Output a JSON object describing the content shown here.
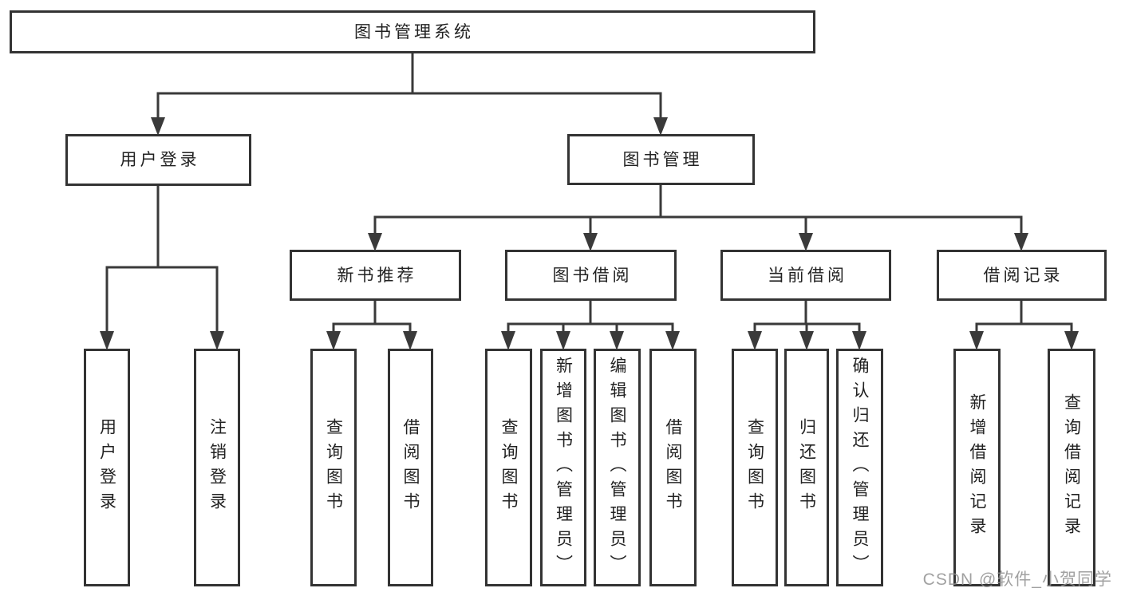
{
  "diagram": {
    "title": "图书管理系统",
    "watermark": "CSDN @软件_小贺同学",
    "colors": {
      "line": "#3a3a3a",
      "box_border": "#333333",
      "text": "#222222",
      "background": "#ffffff",
      "watermark": "#919191"
    },
    "nodes": {
      "root": "图书管理系统",
      "user_login": "用户登录",
      "book_management": "图书管理",
      "new_book_recommend": "新书推荐",
      "book_borrow": "图书借阅",
      "current_borrow": "当前借阅",
      "borrow_records": "借阅记录",
      "leaf_user_login": "用户登录",
      "leaf_logout": "注销登录",
      "nb_query_books": "查询图书",
      "nb_borrow_books": "借阅图书",
      "bb_query_books": "查询图书",
      "bb_add_books_admin": "新增图书（管理员）",
      "bb_edit_books_admin": "编辑图书（管理员）",
      "bb_borrow_books": "借阅图书",
      "cb_query_books": "查询图书",
      "cb_return_books": "归还图书",
      "cb_confirm_return_admin": "确认归还（管理员）",
      "br_add_record": "新增借阅记录",
      "br_query_record": "查询借阅记录"
    },
    "structure": {
      "图书管理系统": {
        "用户登录": [
          "用户登录",
          "注销登录"
        ],
        "图书管理": {
          "新书推荐": [
            "查询图书",
            "借阅图书"
          ],
          "图书借阅": [
            "查询图书",
            "新增图书（管理员）",
            "编辑图书（管理员）",
            "借阅图书"
          ],
          "当前借阅": [
            "查询图书",
            "归还图书",
            "确认归还（管理员）"
          ],
          "借阅记录": [
            "新增借阅记录",
            "查询借阅记录"
          ]
        }
      }
    }
  }
}
